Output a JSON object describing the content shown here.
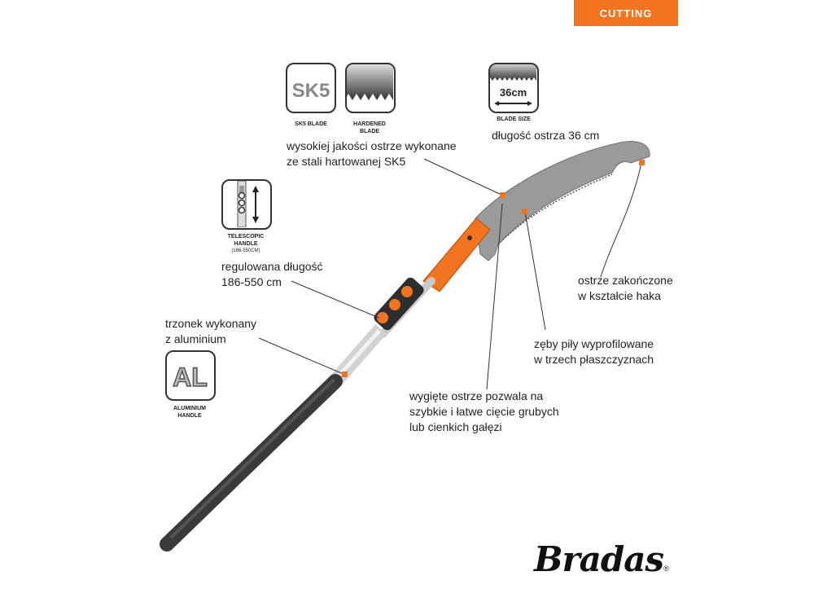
{
  "category_tag": "CUTTING",
  "badges": {
    "sk5": {
      "text": "SK5",
      "caption": "SK5 BLADE",
      "icon": "sk5-badge-icon"
    },
    "hardened": {
      "caption_line1": "HARDENED",
      "caption_line2": "BLADE",
      "icon": "saw-teeth-icon"
    },
    "blade_size": {
      "value": "36cm",
      "caption": "BLADE SIZE",
      "icon": "blade-size-icon"
    },
    "telescopic": {
      "caption_line1": "TELESCOPIC",
      "caption_line2": "HANDLE",
      "caption_line3": "(186-550cm)",
      "icon": "telescopic-icon"
    },
    "aluminium": {
      "text": "AL",
      "caption_line1": "ALUMINIUM",
      "caption_line2": "HANDLE",
      "icon": "al-badge-icon"
    }
  },
  "callouts": {
    "steel_line1": "wysokiej jakości ostrze wykonane",
    "steel_line2": "ze stali hartowanej SK5",
    "length": "długość ostrza 36 cm",
    "telescopic_line1": "regulowana długość",
    "telescopic_line2": "186-550 cm",
    "shaft_line1": "trzonek wykonany",
    "shaft_line2": "z aluminium",
    "hook_line1": "ostrze zakończone",
    "hook_line2": "w kształcie haka",
    "teeth_line1": "zęby piły wyprofilowane",
    "teeth_line2": "w trzech płaszczyznach",
    "curved_line1": "wygięte ostrze pozwala na",
    "curved_line2": "szybkie i łatwe cięcie grubych",
    "curved_line3": "lub cienkich gałęzi"
  },
  "brand": {
    "name": "Bradas",
    "reg": "®"
  },
  "colors": {
    "accent": "#f27420",
    "dark": "#333333"
  }
}
